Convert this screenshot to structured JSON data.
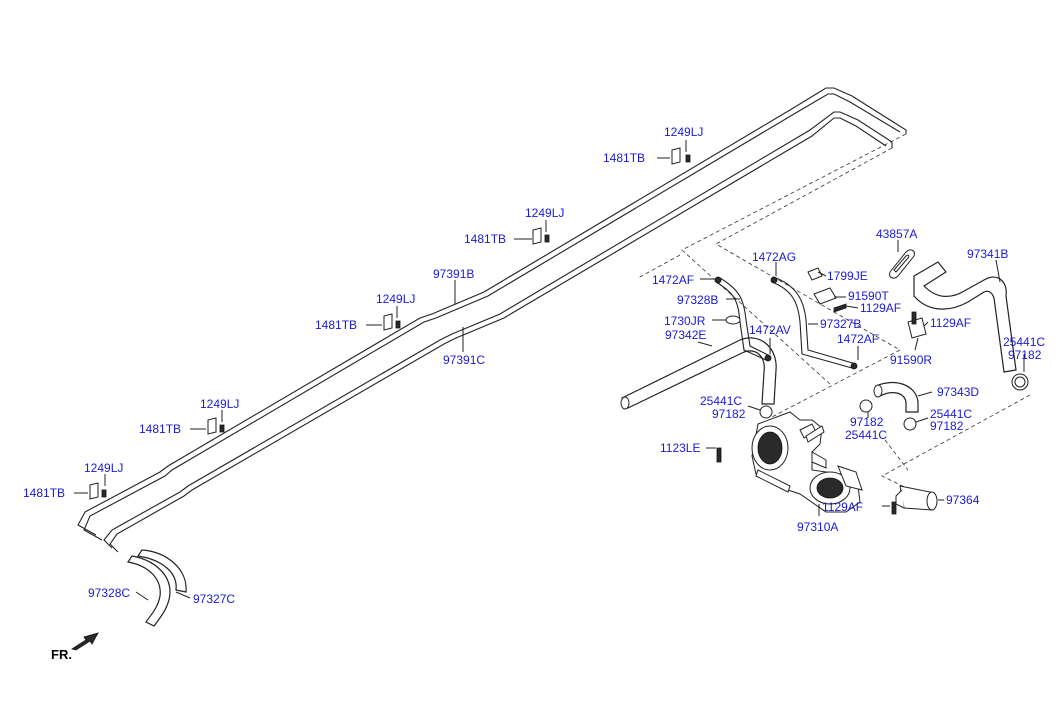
{
  "labels": {
    "l_1249LJ_a": "1249LJ",
    "l_1481TB_a": "1481TB",
    "l_1249LJ_b": "1249LJ",
    "l_1481TB_b": "1481TB",
    "l_97391B": "97391B",
    "l_1249LJ_c": "1249LJ",
    "l_1481TB_c": "1481TB",
    "l_97391C": "97391C",
    "l_1249LJ_d": "1249LJ",
    "l_1481TB_d": "1481TB",
    "l_1249LJ_e": "1249LJ",
    "l_1481TB_e": "1481TB",
    "l_97328C": "97328C",
    "l_97327C": "97327C",
    "l_43857A": "43857A",
    "l_97341B": "97341B",
    "l_1472AG": "1472AG",
    "l_1799JE": "1799JE",
    "l_1472AF_a": "1472AF",
    "l_91590T": "91590T",
    "l_1129AF_a": "1129AF",
    "l_97328B": "97328B",
    "l_1129AF_b": "1129AF",
    "l_1730JR": "1730JR",
    "l_97327B": "97327B",
    "l_1472AV": "1472AV",
    "l_97342E": "97342E",
    "l_1472AF_b": "1472AF",
    "l_25441C_a": "25441C",
    "l_97182_a": "97182",
    "l_91590R": "91590R",
    "l_97343D": "97343D",
    "l_25441C_b": "25441C",
    "l_97182_b": "97182",
    "l_97182_c": "97182",
    "l_25441C_c": "25441C",
    "l_25441C_d": "25441C",
    "l_97182_d": "97182",
    "l_1123LE": "1123LE",
    "l_1129AF_c": "1129AF",
    "l_97364": "97364",
    "l_97310A": "97310A",
    "l_FR": "FR."
  },
  "colors": {
    "label": "#1a1ad6",
    "line": "#222222",
    "background": "#ffffff"
  },
  "icons": {
    "front-direction": "front-arrow-icon"
  }
}
